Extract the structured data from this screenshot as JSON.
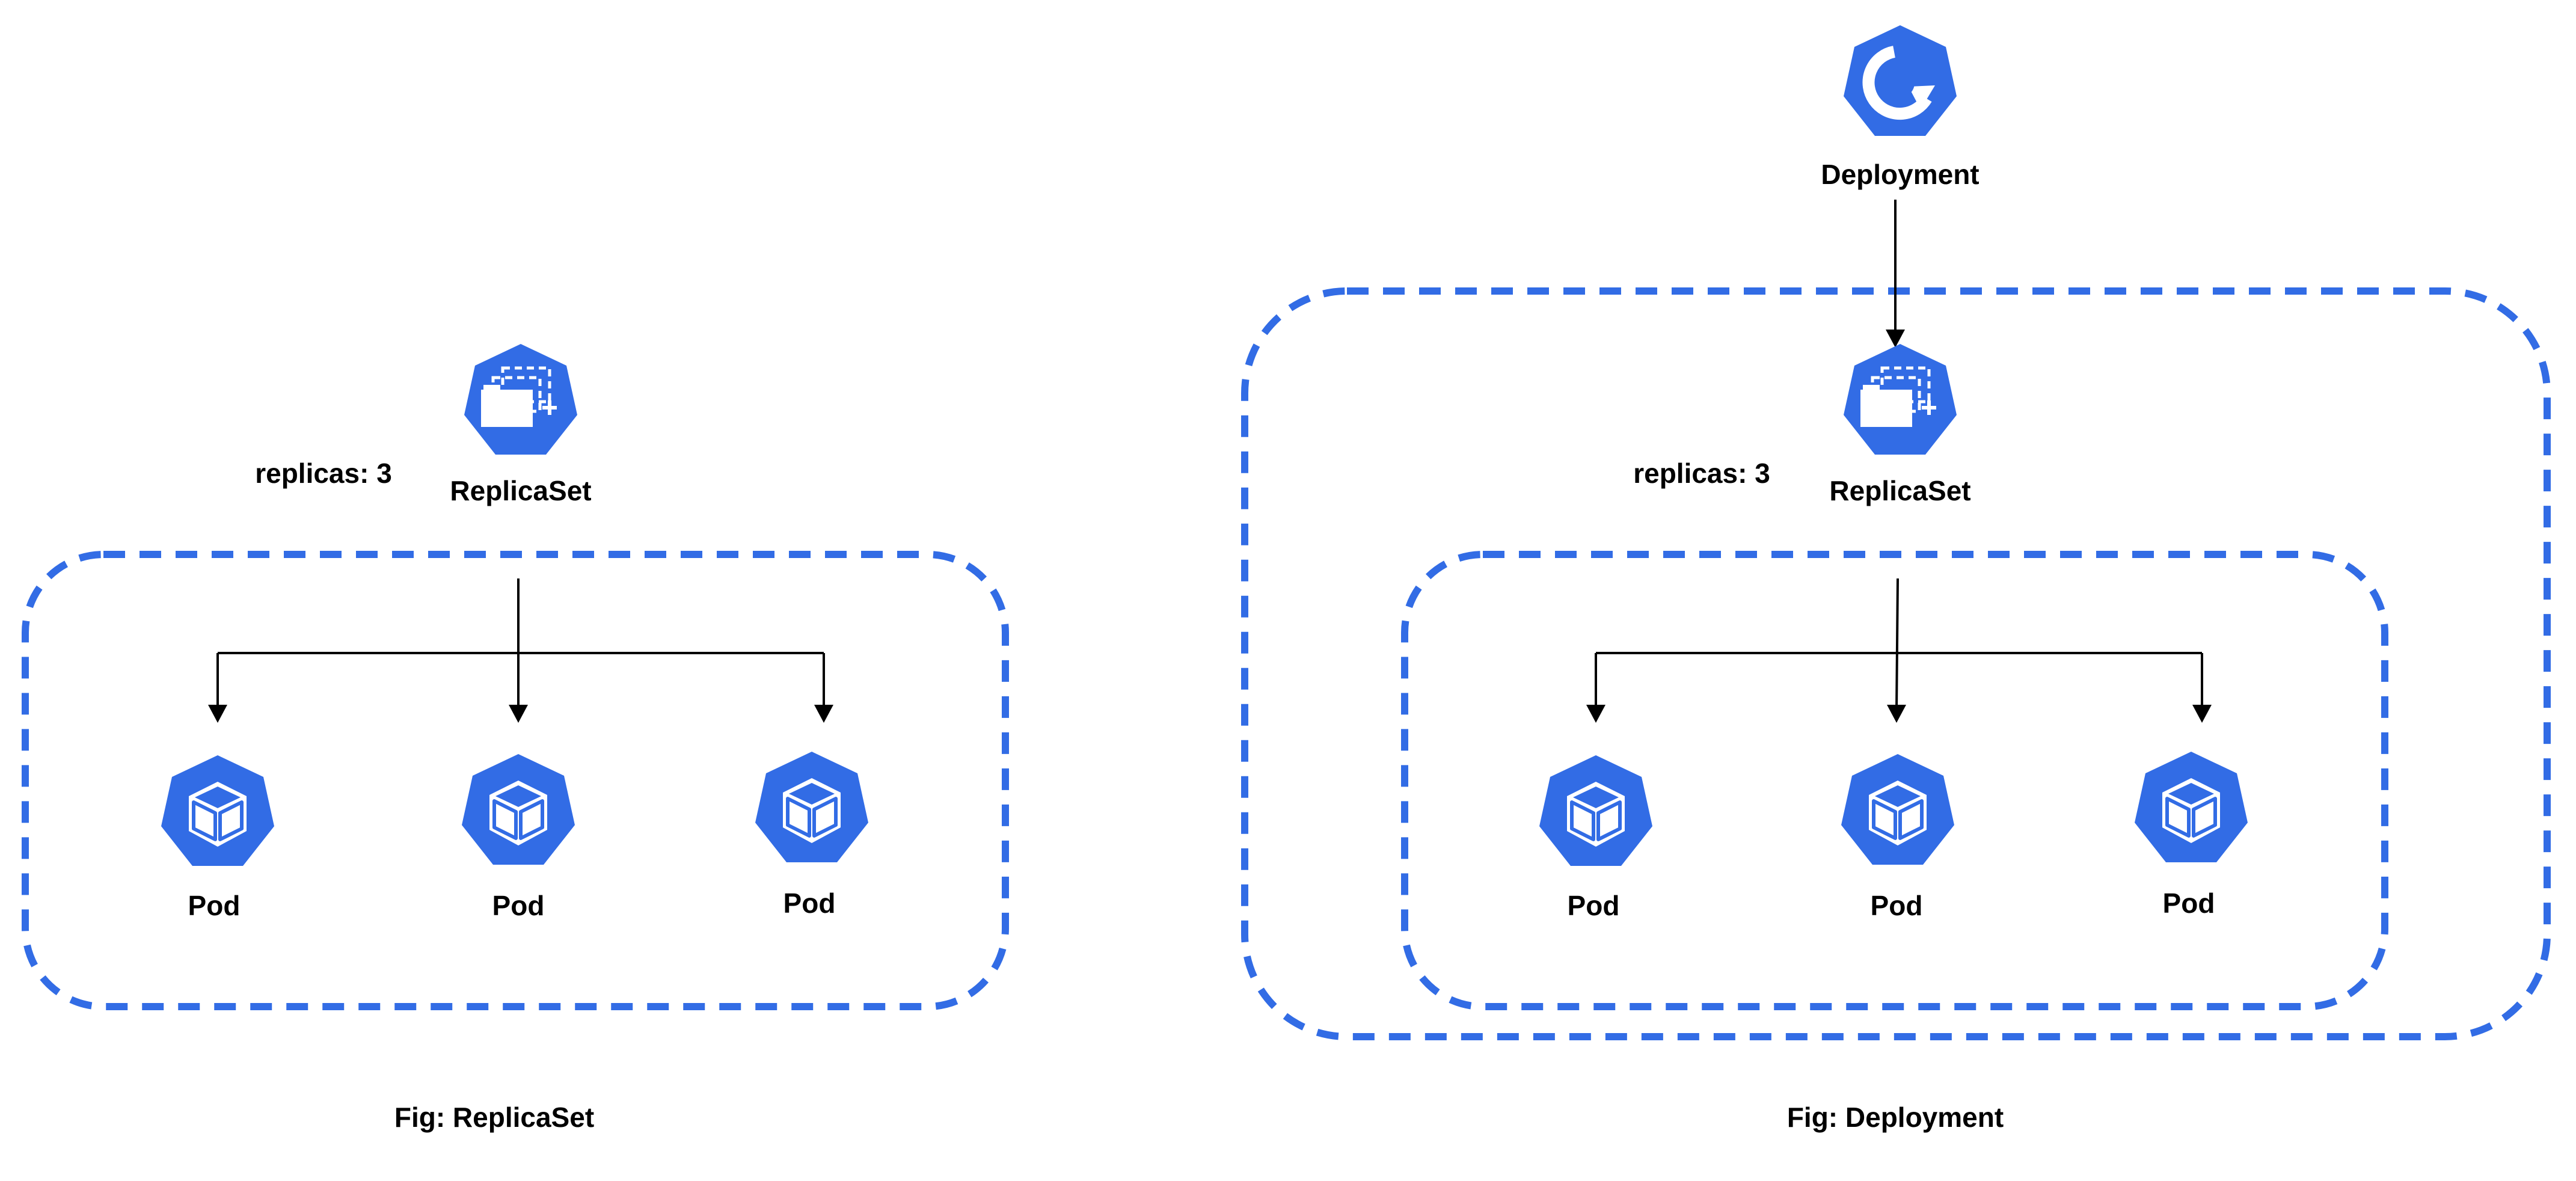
{
  "colors": {
    "k8s_blue": "#326ce5",
    "icon_white": "#ffffff",
    "text": "#000000",
    "connector": "#000000"
  },
  "icons": {
    "deployment": "deployment-icon",
    "replicaset": "replicaset-icon",
    "pod": "pod-icon"
  },
  "replicaset_figure": {
    "replicaset_label": "ReplicaSet",
    "replicas_label": "replicas: 3",
    "pods": [
      {
        "label": "Pod"
      },
      {
        "label": "Pod"
      },
      {
        "label": "Pod"
      }
    ],
    "caption": "Fig: ReplicaSet"
  },
  "deployment_figure": {
    "deployment_label": "Deployment",
    "replicaset_label": "ReplicaSet",
    "replicas_label": "replicas: 3",
    "pods": [
      {
        "label": "Pod"
      },
      {
        "label": "Pod"
      },
      {
        "label": "Pod"
      }
    ],
    "caption": "Fig: Deployment"
  }
}
